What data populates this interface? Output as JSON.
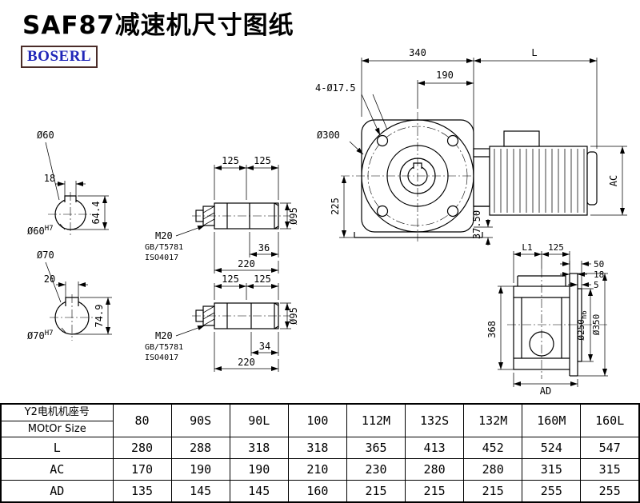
{
  "page": {
    "title": "SAF87减速机尺寸图纸",
    "brand": "BOSERL"
  },
  "front_view": {
    "dim_340": "340",
    "dim_l": "L",
    "dim_190": "190",
    "holes": "4-Ø17.5",
    "flange": "Ø300",
    "dim_225": "225",
    "dim_3750": "37.50",
    "dim_ac": "AC"
  },
  "side_view": {
    "dim_l1": "L1",
    "dim_125": "125",
    "dim_50": "50",
    "dim_18": "18",
    "dim_5": "5",
    "dim_368": "368",
    "spigot": "Ø250",
    "spigot_tol": "h6",
    "flange": "Ø350",
    "dim_ad": "AD"
  },
  "bore60": {
    "label": "Ø60",
    "key_w": "18",
    "key_h": "64.4",
    "bore": "Ø60",
    "tol": "H7"
  },
  "bore70": {
    "label": "Ø70",
    "key_w": "20",
    "key_h": "74.9",
    "bore": "Ø70",
    "tol": "H7"
  },
  "shaft_top": {
    "d125a": "125",
    "d125b": "125",
    "thread": "M20",
    "std1": "GB/T5781",
    "std2": "ISO4017",
    "d36": "36",
    "d220": "220",
    "dia": "Ø95"
  },
  "shaft_bot": {
    "d125a": "125",
    "d125b": "125",
    "thread": "M20",
    "std1": "GB/T5781",
    "std2": "ISO4017",
    "d34": "34",
    "d220": "220",
    "dia": "Ø95"
  },
  "table": {
    "header_cn": "Y2电机机座号",
    "header_en": "MOtOr Size",
    "sizes": [
      "80",
      "90S",
      "90L",
      "100",
      "112M",
      "132S",
      "132M",
      "160M",
      "160L"
    ],
    "rows": [
      {
        "label": "L",
        "values": [
          "280",
          "288",
          "318",
          "318",
          "365",
          "413",
          "452",
          "524",
          "547"
        ]
      },
      {
        "label": "AC",
        "values": [
          "170",
          "190",
          "190",
          "210",
          "230",
          "280",
          "280",
          "315",
          "315"
        ]
      },
      {
        "label": "AD",
        "values": [
          "135",
          "145",
          "145",
          "160",
          "215",
          "215",
          "215",
          "255",
          "255"
        ]
      }
    ]
  }
}
